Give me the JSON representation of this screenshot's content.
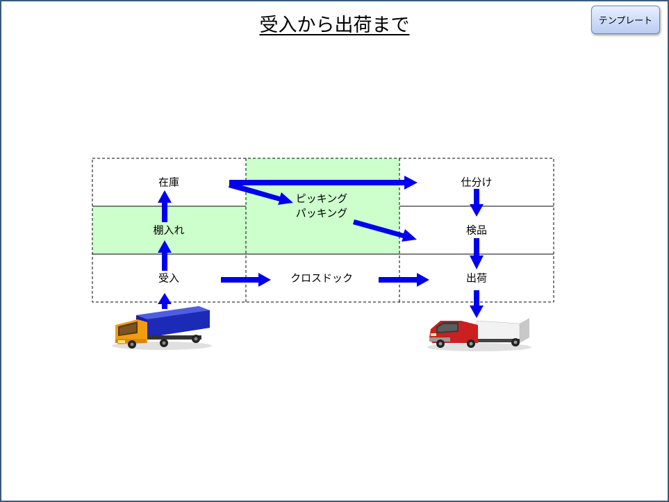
{
  "title": "受入から出荷まで",
  "template_button": "テンプレート",
  "nodes": {
    "zaiko": "在庫",
    "tanaire": "棚入れ",
    "ukeire": "受入",
    "picking_line1": "ピッキング",
    "picking_line2": "パッキング",
    "crossdock": "クロスドック",
    "shiwake": "仕分け",
    "kenpin": "検品",
    "shukka": "出荷"
  },
  "colors": {
    "arrow": "#0000ee",
    "highlight": "#ccffcc",
    "frame": "#3a5a7a"
  },
  "icons": {
    "inbound_truck": "blue-cargo-truck-icon",
    "outbound_truck": "red-box-truck-icon"
  }
}
